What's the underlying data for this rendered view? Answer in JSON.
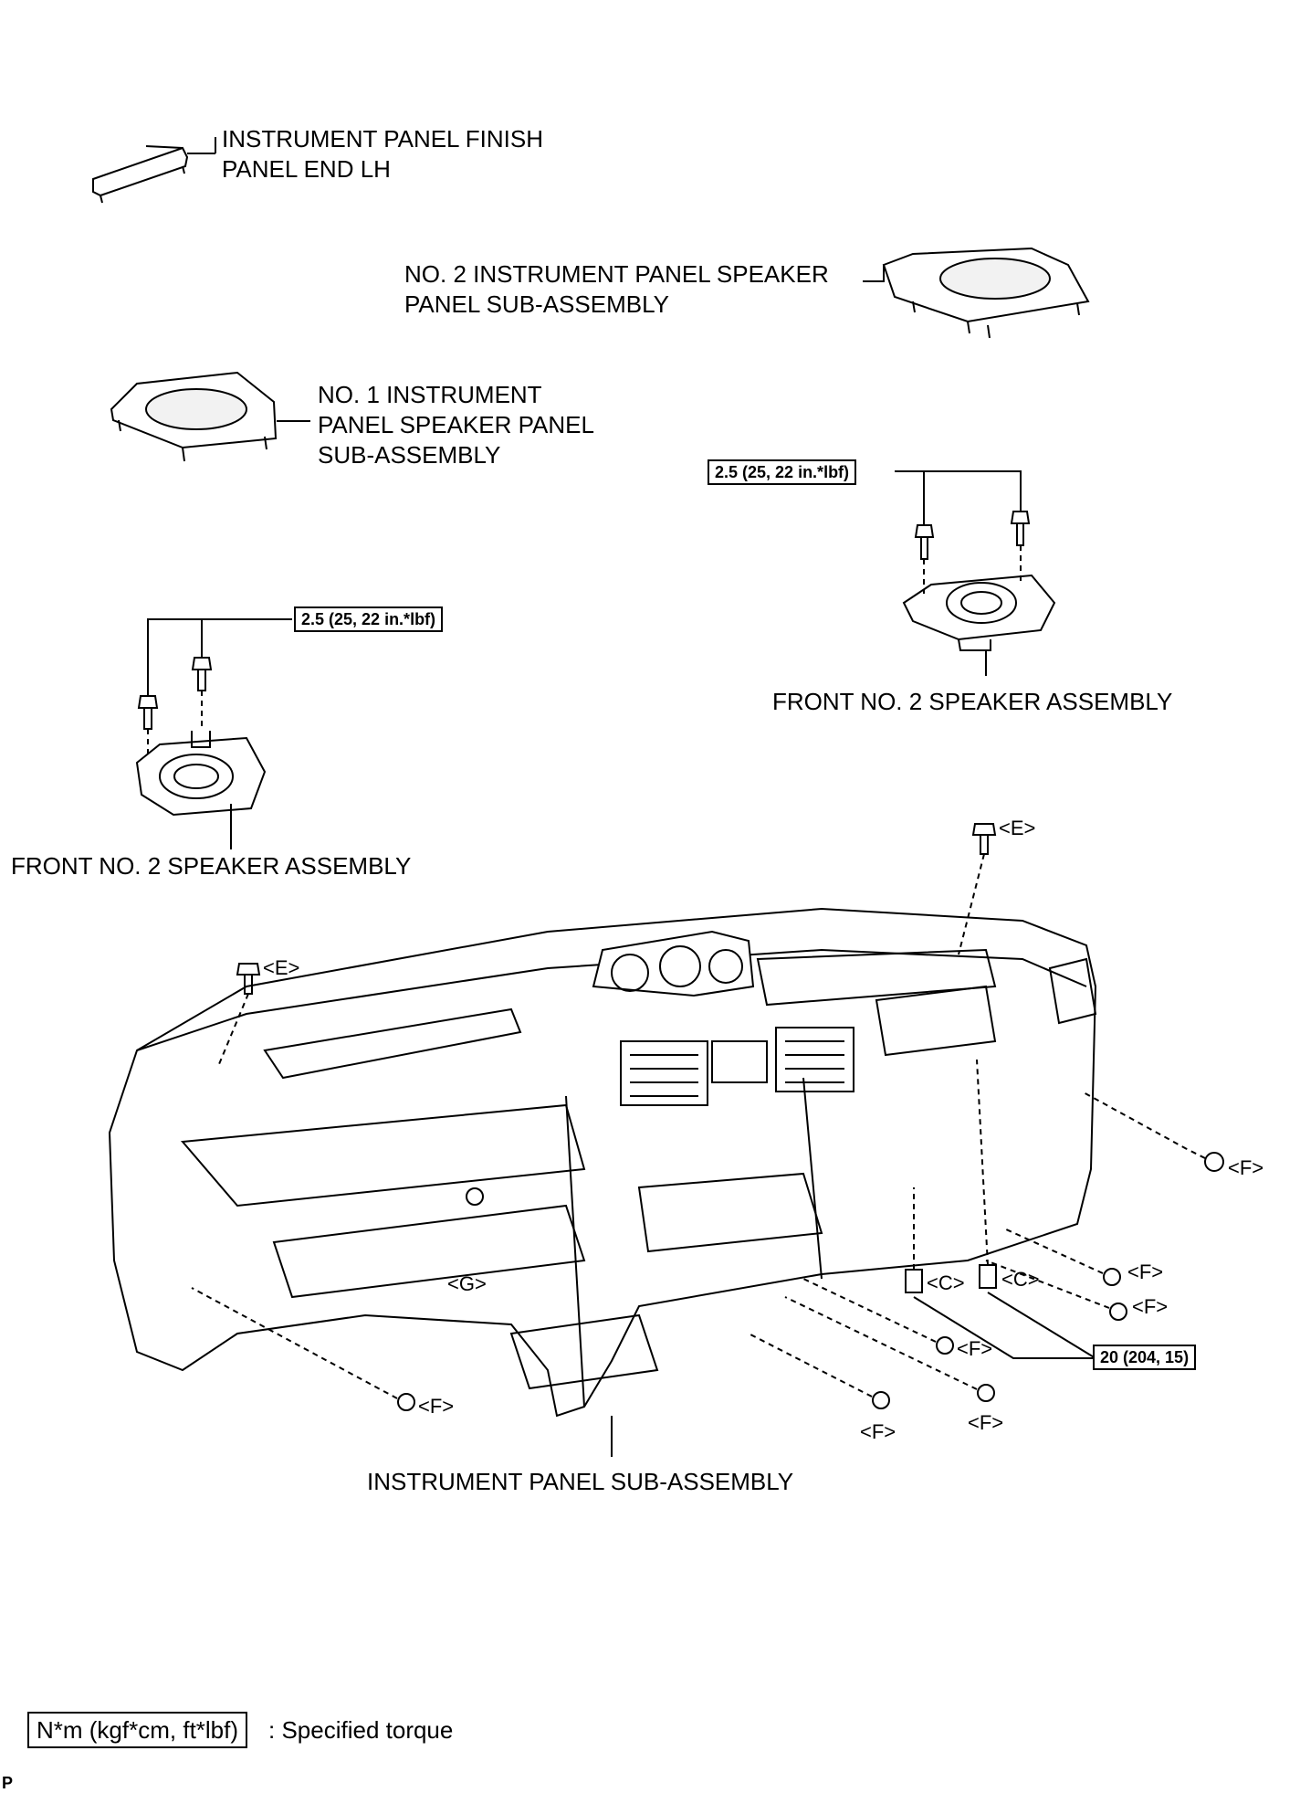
{
  "labels": {
    "finish_panel_line1": "INSTRUMENT PANEL FINISH",
    "finish_panel_line2": "PANEL END LH",
    "speaker_panel_no2_line1": "NO. 2 INSTRUMENT PANEL SPEAKER",
    "speaker_panel_no2_line2": "PANEL SUB-ASSEMBLY",
    "speaker_panel_no1_line1": "NO. 1 INSTRUMENT",
    "speaker_panel_no1_line2": "PANEL SPEAKER PANEL",
    "speaker_panel_no1_line3": "SUB-ASSEMBLY",
    "speaker_right": "FRONT NO. 2 SPEAKER ASSEMBLY",
    "speaker_left": "FRONT NO. 2 SPEAKER ASSEMBLY",
    "instrument_panel": "INSTRUMENT PANEL SUB-ASSEMBLY"
  },
  "torque": {
    "speaker_right": "2.5 (25, 22 in.*lbf)",
    "speaker_left": "2.5 (25, 22 in.*lbf)",
    "bolt_c": "20 (204, 15)"
  },
  "fasteners": {
    "e": "<E>",
    "c": "<C>",
    "f": "<F>",
    "g": "<G>"
  },
  "legend": {
    "unit_box": "N*m (kgf*cm, ft*lbf)",
    "meaning": ": Specified torque"
  },
  "corner_mark": "P"
}
